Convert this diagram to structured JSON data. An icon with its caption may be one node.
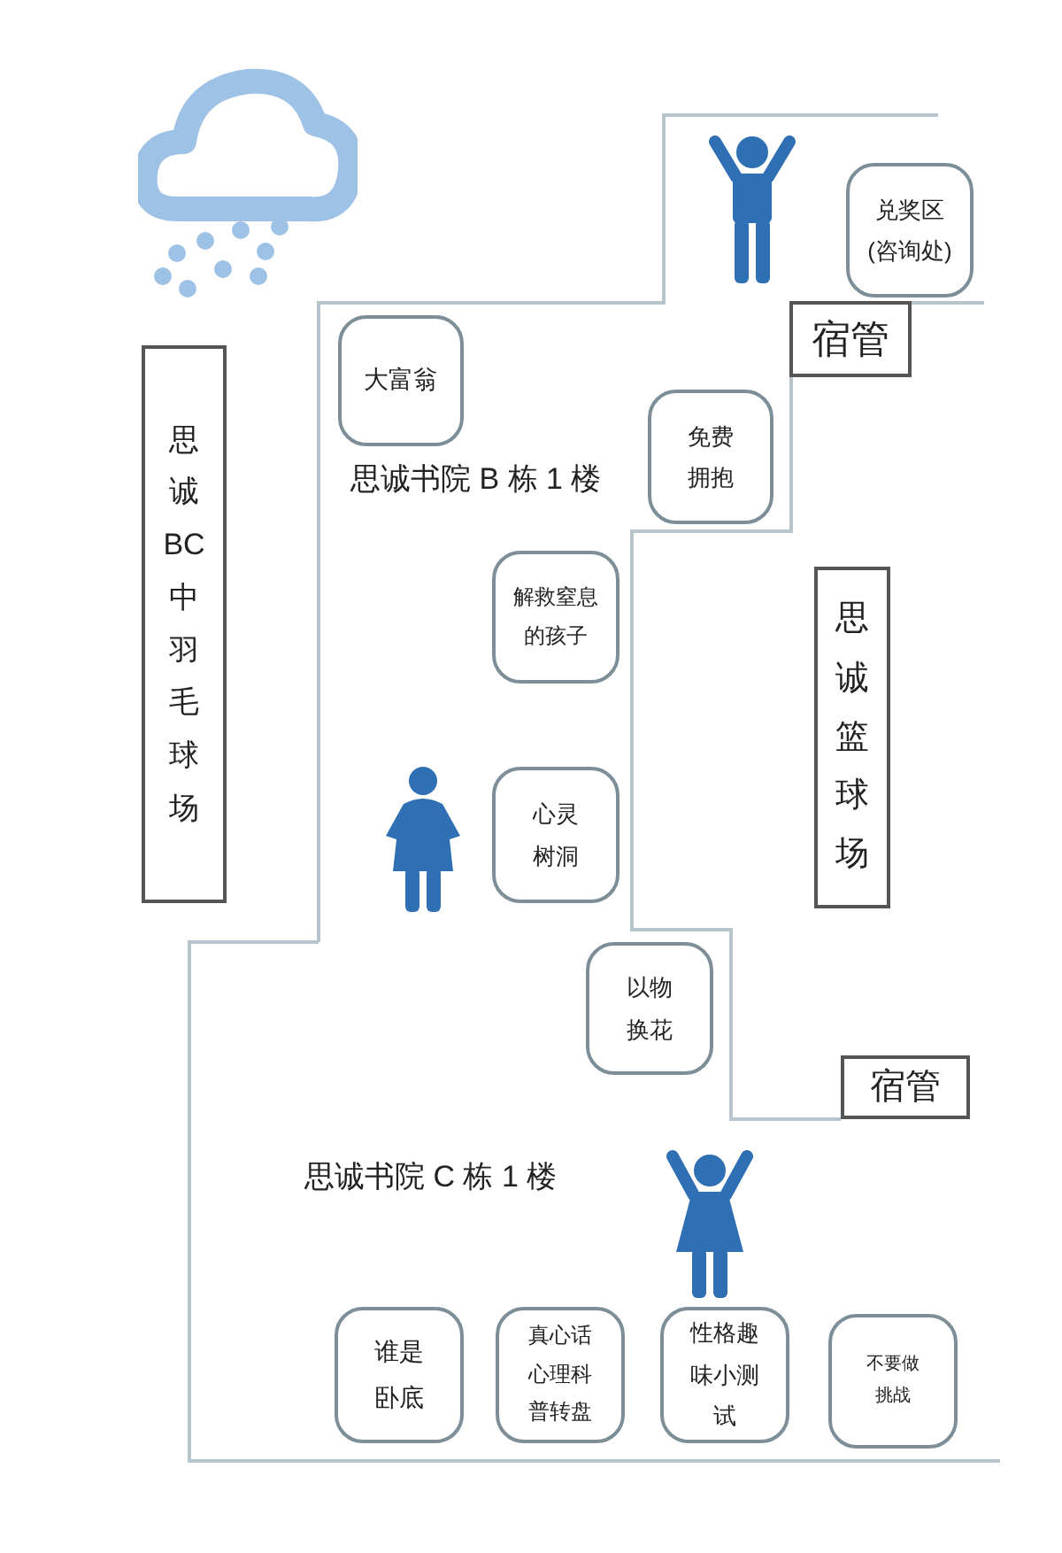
{
  "diagram": {
    "nodes": [
      {
        "text": [
          "兑奖区",
          "(咨询处)"
        ]
      },
      {
        "text": [
          "宿管"
        ]
      },
      {
        "text": [
          "思诚BC中羽毛球场"
        ]
      },
      {
        "text": [
          "大富翁"
        ]
      },
      {
        "text": [
          "免费拥抱"
        ]
      },
      {
        "text": [
          "解救窒息的孩子"
        ]
      },
      {
        "text": [
          "思诚篮球场"
        ]
      },
      {
        "text": [
          "心灵树洞"
        ]
      },
      {
        "text": [
          "以物换花"
        ]
      },
      {
        "text": [
          "宿管"
        ]
      },
      {
        "text": [
          "谁是卧底"
        ]
      },
      {
        "text": [
          "真心话心理科普转盘"
        ]
      },
      {
        "text": [
          "性格趣味小测试"
        ]
      },
      {
        "text": [
          "不要做挑战"
        ]
      }
    ],
    "labels": [
      "思诚书院 B 栋 1 楼",
      "思诚书院 C 栋 1 楼"
    ]
  }
}
